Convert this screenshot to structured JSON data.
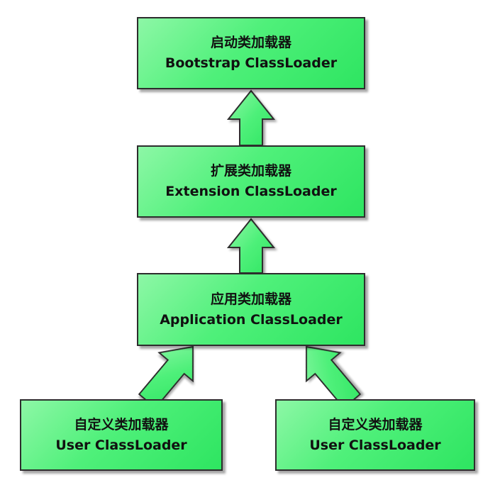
{
  "nodes": {
    "bootstrap": {
      "cn": "启动类加载器",
      "en": "Bootstrap ClassLoader"
    },
    "extension": {
      "cn": "扩展类加载器",
      "en": "Extension ClassLoader"
    },
    "application": {
      "cn": "应用类加载器",
      "en": "Application ClassLoader"
    },
    "user_left": {
      "cn": "自定义类加载器",
      "en": "User ClassLoader"
    },
    "user_right": {
      "cn": "自定义类加载器",
      "en": "User ClassLoader"
    }
  },
  "colors": {
    "box_fill": "#4ff07a",
    "border": "#2d2d2d",
    "text": "#111111"
  }
}
